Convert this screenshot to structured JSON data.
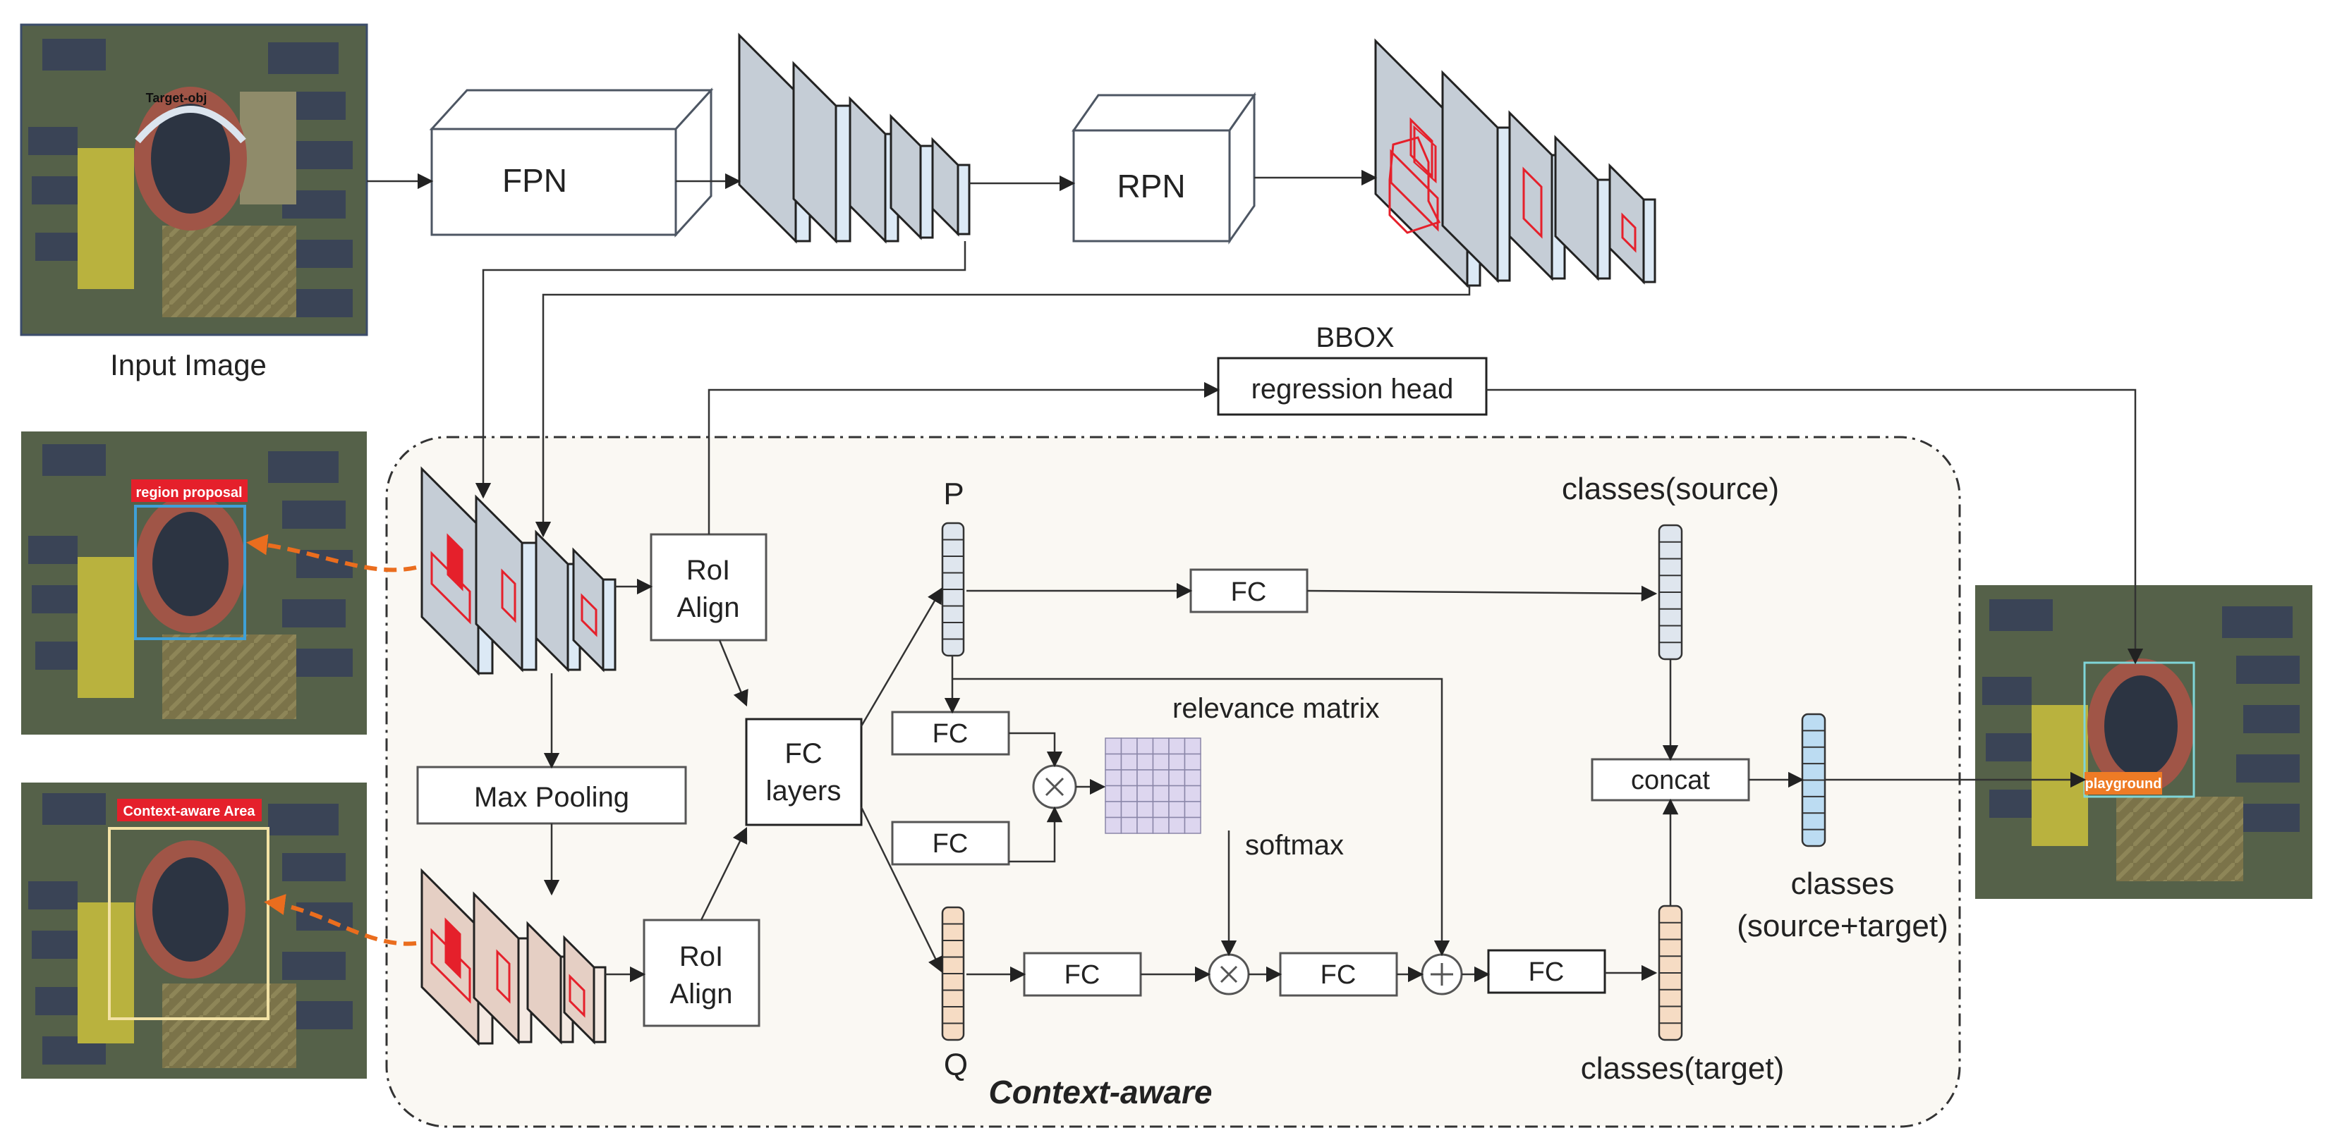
{
  "images": {
    "input_label": "Input Image",
    "input_tag": "Target-obj",
    "proposal_tag": "region proposal",
    "context_tag": "Context-aware Area",
    "output_tag": "playground"
  },
  "blocks": {
    "fpn": "FPN",
    "rpn": "RPN",
    "bbox_title": "BBOX",
    "bbox_head": "regression head",
    "roi_align_line1": "RoI",
    "roi_align_line2": "Align",
    "max_pooling": "Max Pooling",
    "fc_layers_line1": "FC",
    "fc_layers_line2": "layers",
    "fc": "FC",
    "concat": "concat"
  },
  "labels": {
    "p": "P",
    "q": "Q",
    "relevance_matrix": "relevance matrix",
    "softmax": "softmax",
    "classes_source": "classes(source)",
    "classes_target": "classes(target)",
    "classes_all_line1": "classes",
    "classes_all_line2": "(source+target)",
    "context_aware": "Context-aware"
  },
  "colors": {
    "feature_blue": "#c5cdd6",
    "feature_blue_side": "#dce9f5",
    "feature_pink": "#e5cfc4",
    "vector_grey": "#dfe6ee",
    "vector_peach": "#f6dcc4",
    "vector_blue": "#bcdcf2",
    "relevance_cell": "#ddd6ef",
    "context_panel": "#faf8f3",
    "proposal_red": "#e5202b",
    "dashed_orange": "#ea6d1e",
    "tag_orange": "#ee7b25"
  }
}
